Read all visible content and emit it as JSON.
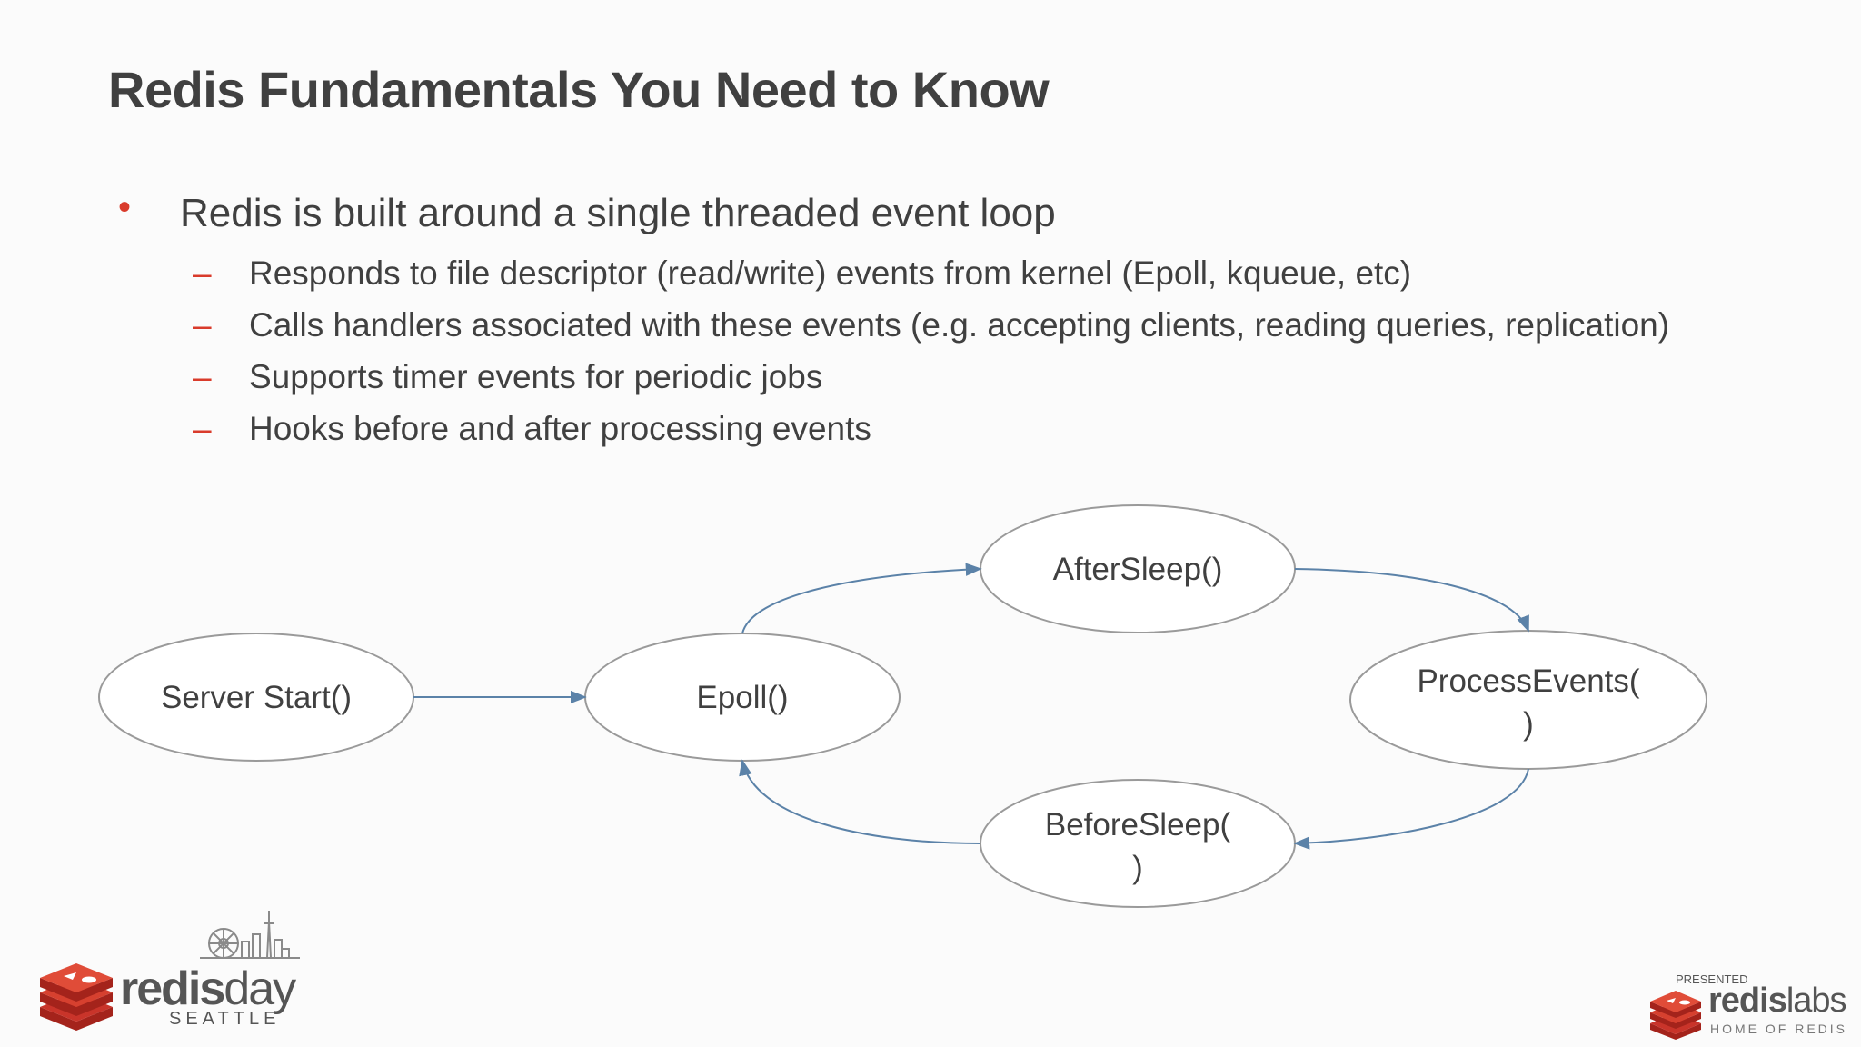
{
  "slide": {
    "title": "Redis Fundamentals You Need to Know",
    "bullet": {
      "marker": "•",
      "text": "Redis is built around a single threaded event loop"
    },
    "sub_marker": "–",
    "sub_bullets": [
      "Responds to file descriptor (read/write) events from kernel (Epoll, kqueue, etc)",
      "Calls handlers associated with these events (e.g. accepting clients, reading queries, replication)",
      "Supports timer events for periodic jobs",
      "Hooks before and after processing events"
    ]
  },
  "diagram": {
    "nodes": {
      "server_start": "Server Start()",
      "epoll": "Epoll()",
      "after_sleep": "AfterSleep()",
      "process_events_1": "ProcessEvents(",
      "process_events_2": ")",
      "before_sleep_1": "BeforeSleep(",
      "before_sleep_2": ")"
    },
    "colors": {
      "node_stroke": "#9a9a9a",
      "arrow": "#5b82a8"
    }
  },
  "footer": {
    "left_logo": {
      "brand_bold": "redis",
      "brand_light": "day",
      "city": "SEATTLE"
    },
    "right_logo": {
      "presented": "PRESENTED",
      "brand_bold": "redis",
      "brand_light": "labs",
      "tagline": "HOME OF REDIS"
    }
  },
  "colors": {
    "title": "#404040",
    "text": "#404040",
    "accent_red": "#d93b2b"
  }
}
